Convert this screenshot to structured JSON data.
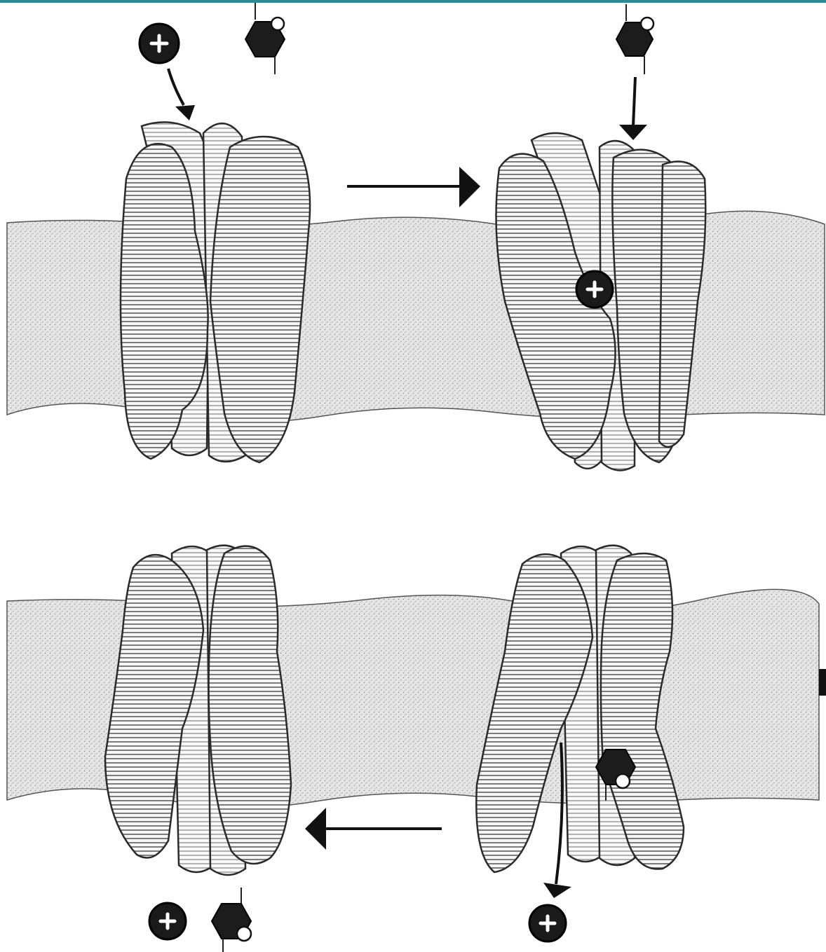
{
  "colors": {
    "top_rule": "#2e8a94",
    "membrane_fill": "#e3e3e3",
    "membrane_edge": "#555555",
    "protein_fill": "#f4f4f4",
    "protein_hatch": "#6a6a6a",
    "ion_fill": "#1a1a1a",
    "ink": "#111111"
  },
  "icons": {
    "cation": "plus-circle-icon",
    "sugar": "hexagon-sugar-icon"
  },
  "panels": [
    {
      "name": "outward-open",
      "ions": 1,
      "sugars": 1,
      "ion_state": "outside",
      "sugar_state": "outside"
    },
    {
      "name": "ion-bound",
      "ions": 1,
      "sugars": 1,
      "ion_state": "bound",
      "sugar_state": "outside"
    },
    {
      "name": "both-bound",
      "ions": 1,
      "sugars": 1,
      "ion_state": "released",
      "sugar_state": "bound"
    },
    {
      "name": "inward-released",
      "ions": 1,
      "sugars": 1,
      "ion_state": "inside",
      "sugar_state": "inside"
    }
  ],
  "cycle_arrows": [
    {
      "name": "step-1-arrow",
      "direction": "right"
    },
    {
      "name": "step-3-arrow",
      "direction": "left"
    }
  ]
}
